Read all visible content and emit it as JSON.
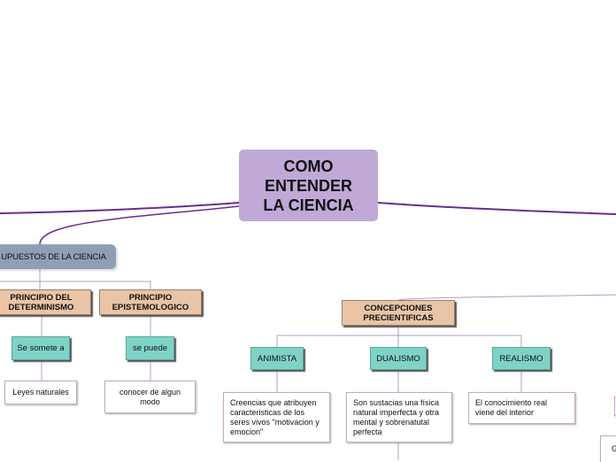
{
  "central": {
    "title": "COMO ENTENDER LA CIENCIA"
  },
  "topics": {
    "supuestos": "UPUESTOS DE LA CIENCIA",
    "determinismo": "PRINCIPIO DEL DETERMINISMO",
    "epistemologico": "PRINCIPIO EPISTEMOLOGICO",
    "se_somete": "Se somete a",
    "se_puede": "se puede",
    "leyes": "Leyes naturales",
    "conocer": "conocer de algun modo",
    "concepciones": "CONCEPCIONES PRECIENTIFICAS",
    "animista": "ANIMISTA",
    "dualismo": "DUALISMO",
    "realismo": "REALISMO",
    "creencias": "Creencias que atribuyen caracteristicas de los seres vivos \"motivacion y emocion\"",
    "sustancias": "Son sustacias una física natural imperfecta y otra mental y sobrenatutal perfecta",
    "conocimiento": "El conocimiento real viene del interior",
    "partial_g": "G"
  },
  "colors": {
    "central": "#c1a9d7",
    "main_topic": "#8e9fb5",
    "subtopic": "#e9c4a6",
    "relation": "#7fd2c6",
    "connector_main": "#6a2d8c",
    "connector_sub": "#b39ac7"
  }
}
